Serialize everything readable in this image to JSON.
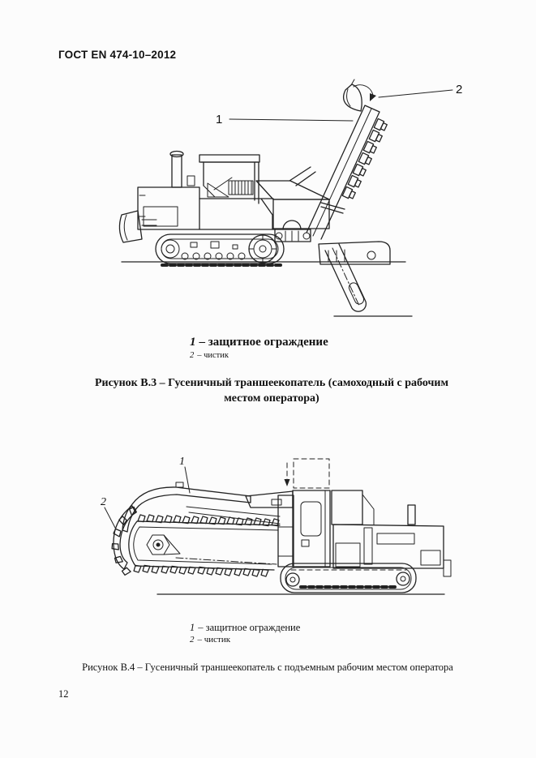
{
  "header": {
    "title": "ГОСТ EN 474-10–2012"
  },
  "figure_b3": {
    "callout_1": "1",
    "callout_2": "2",
    "legend": [
      {
        "num": "1",
        "text": "– защитное ограждение"
      },
      {
        "num": "2",
        "text": "– чистик"
      }
    ],
    "caption": "Рисунок В.3 – Гусеничный траншеекопатель (самоходный с рабочим местом оператора)"
  },
  "figure_b4": {
    "callout_1": "1",
    "callout_2": "2",
    "legend": [
      {
        "num": "1",
        "text": "– защитное ограждение"
      },
      {
        "num": "2",
        "text": "– чистик"
      }
    ],
    "caption": "Рисунок В.4 – Гусеничный траншеекопатель с подъемным рабочим местом оператора"
  },
  "footer": {
    "page_number": "12"
  }
}
